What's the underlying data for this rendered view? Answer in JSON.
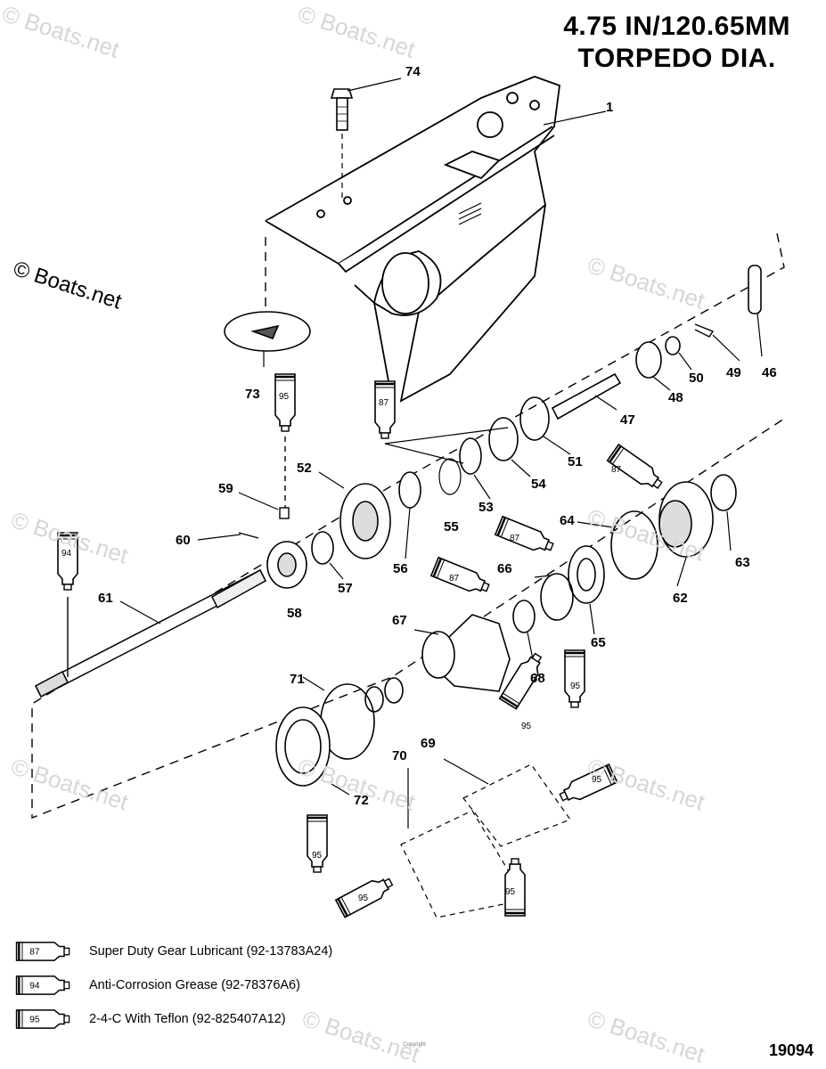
{
  "title": {
    "line1": "4.75 IN/120.65MM",
    "line2": "TORPEDO DIA."
  },
  "watermark": "© Boats.net",
  "callouts": {
    "p1": "1",
    "p46": "46",
    "p47": "47",
    "p48": "48",
    "p49": "49",
    "p50": "50",
    "p51": "51",
    "p52": "52",
    "p53": "53",
    "p54": "54",
    "p55": "55",
    "p56": "56",
    "p57": "57",
    "p58": "58",
    "p59": "59",
    "p60": "60",
    "p61": "61",
    "p62": "62",
    "p63": "63",
    "p64": "64",
    "p65": "65",
    "p66": "66",
    "p67": "67",
    "p68": "68",
    "p69": "69",
    "p70": "70",
    "p71": "71",
    "p72": "72",
    "p73": "73",
    "p74": "74"
  },
  "tube_labels": {
    "t87": "87",
    "t94": "94",
    "t95": "95"
  },
  "legend": [
    {
      "code": "87",
      "text": "Super Duty Gear Lubricant (92-13783A24)"
    },
    {
      "code": "94",
      "text": "Anti-Corrosion Grease (92-78376A6)"
    },
    {
      "code": "95",
      "text": "2-4-C  With Teflon (92-825407A12)"
    }
  ],
  "copyright_small": "Copyright",
  "figure_number": "19094"
}
